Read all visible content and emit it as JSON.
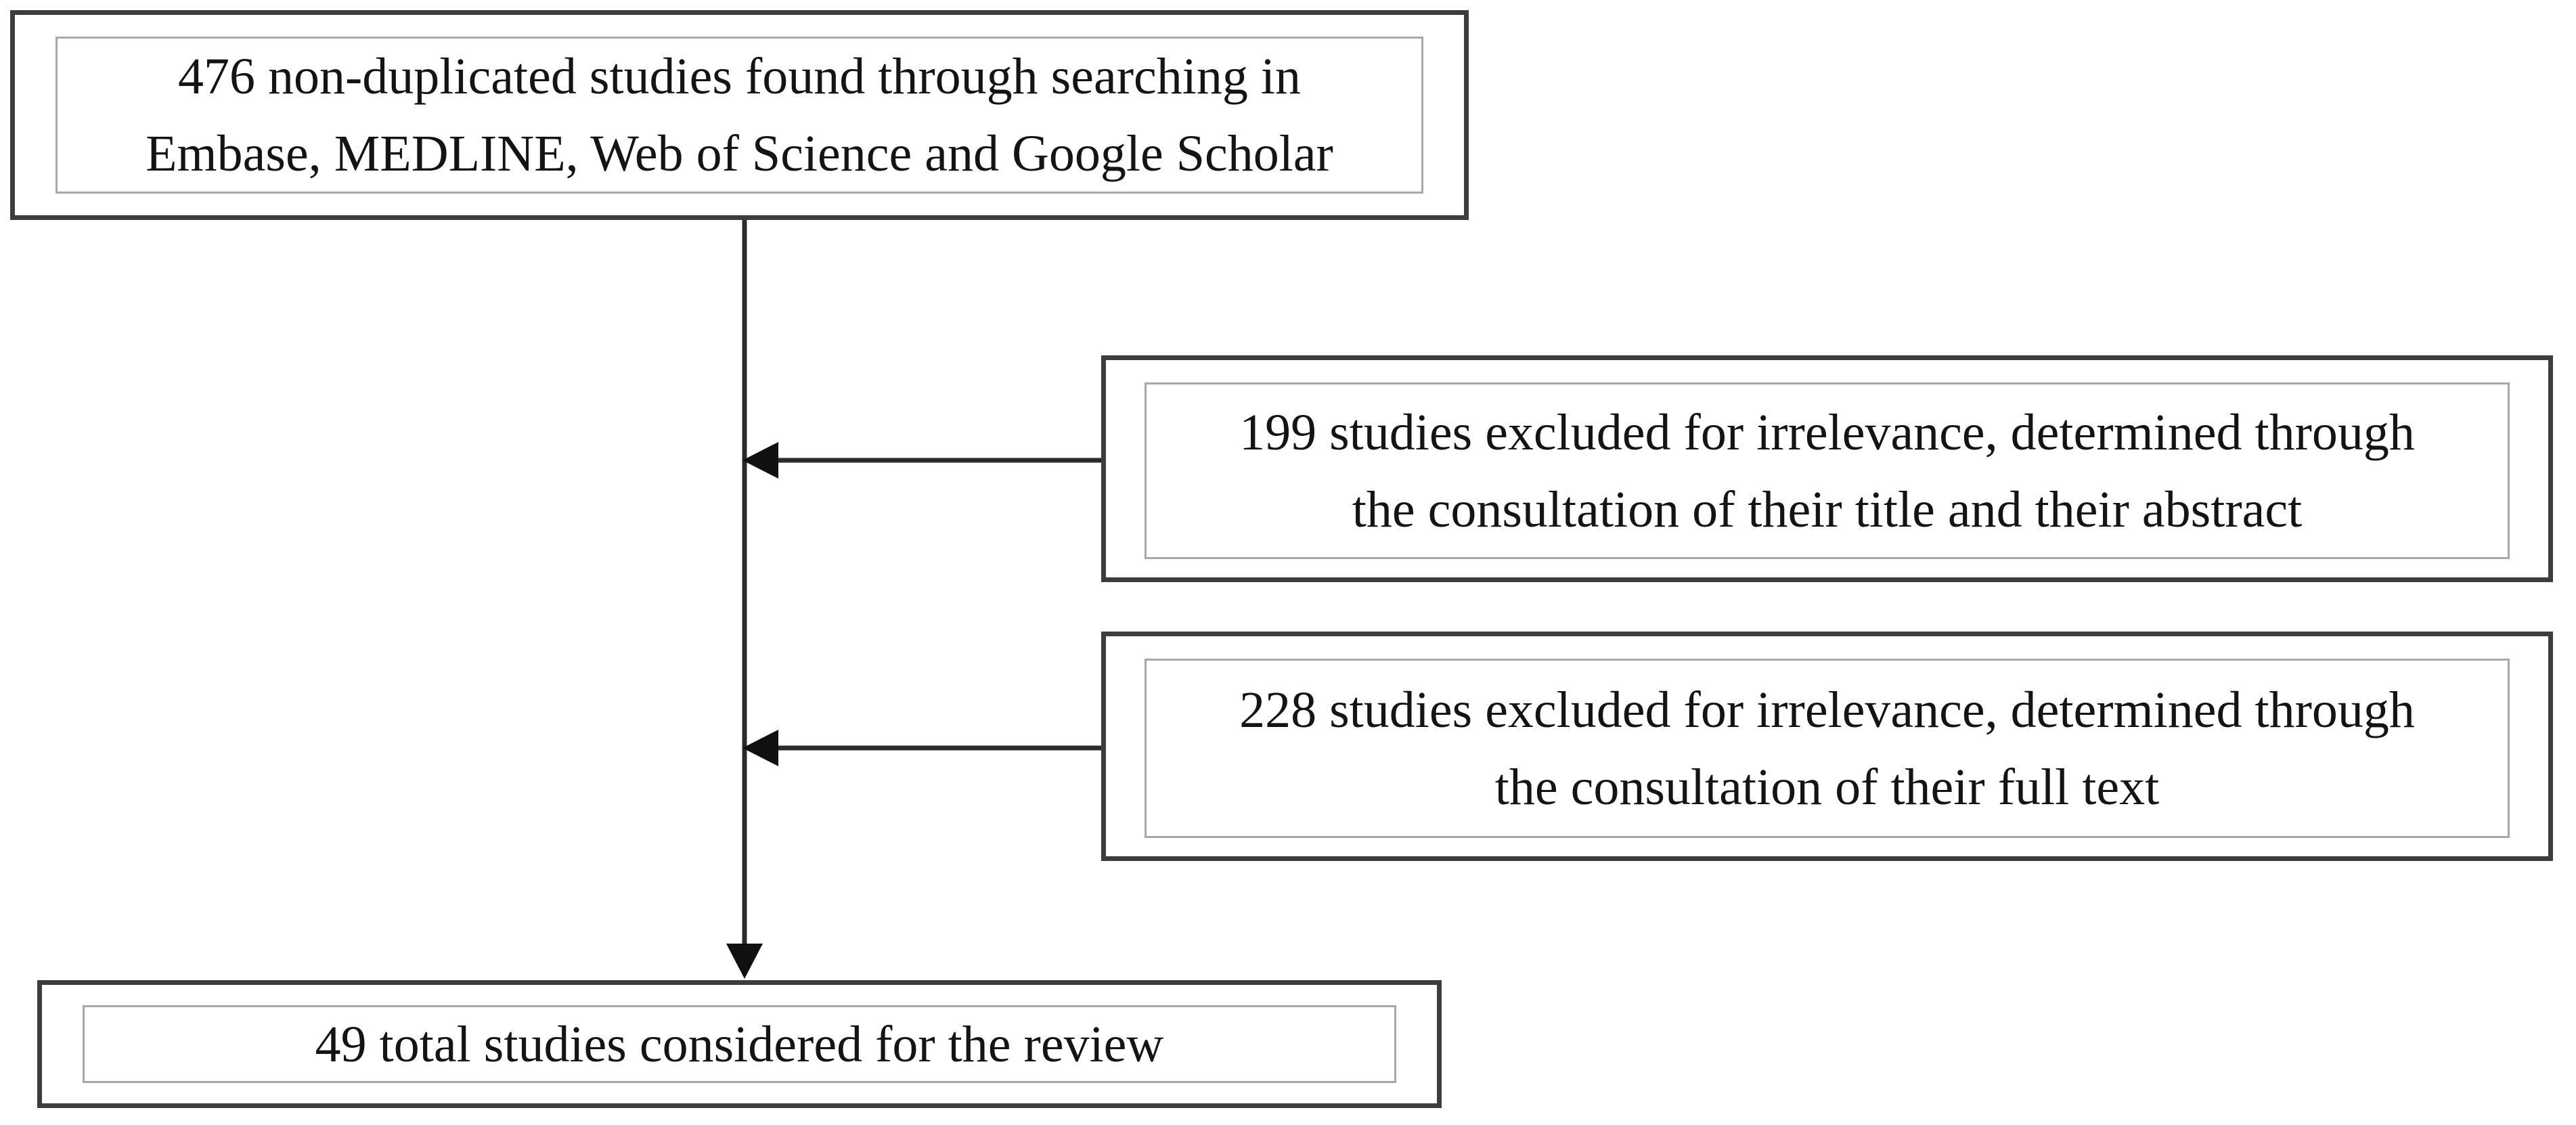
{
  "colors": {
    "background": "#ffffff",
    "box_outer_border": "#3d3d3d",
    "box_inner_border": "#a8a8a8",
    "connector_line": "#2b2b2b",
    "arrowhead": "#101010",
    "text": "#141414"
  },
  "flowchart": {
    "nodes": [
      {
        "id": "records-identified",
        "count": 476,
        "lines": [
          "476 non-duplicated studies found through searching in",
          "Embase, MEDLINE, Web of Science and Google Scholar"
        ]
      },
      {
        "id": "excluded-title-abstract",
        "count": 199,
        "lines": [
          "199 studies excluded for irrelevance, determined through",
          "the consultation of their title and their abstract"
        ]
      },
      {
        "id": "excluded-full-text",
        "count": 228,
        "lines": [
          "228 studies excluded for irrelevance, determined through",
          "the consultation of their full text"
        ]
      },
      {
        "id": "studies-included",
        "count": 49,
        "lines": [
          "49 total studies considered for the review"
        ]
      }
    ],
    "edges": [
      {
        "from": "records-identified",
        "to": "studies-included",
        "style": "arrow-down"
      },
      {
        "from": "excluded-title-abstract",
        "to": "main-line",
        "style": "arrow-left"
      },
      {
        "from": "excluded-full-text",
        "to": "main-line",
        "style": "arrow-left"
      }
    ]
  }
}
